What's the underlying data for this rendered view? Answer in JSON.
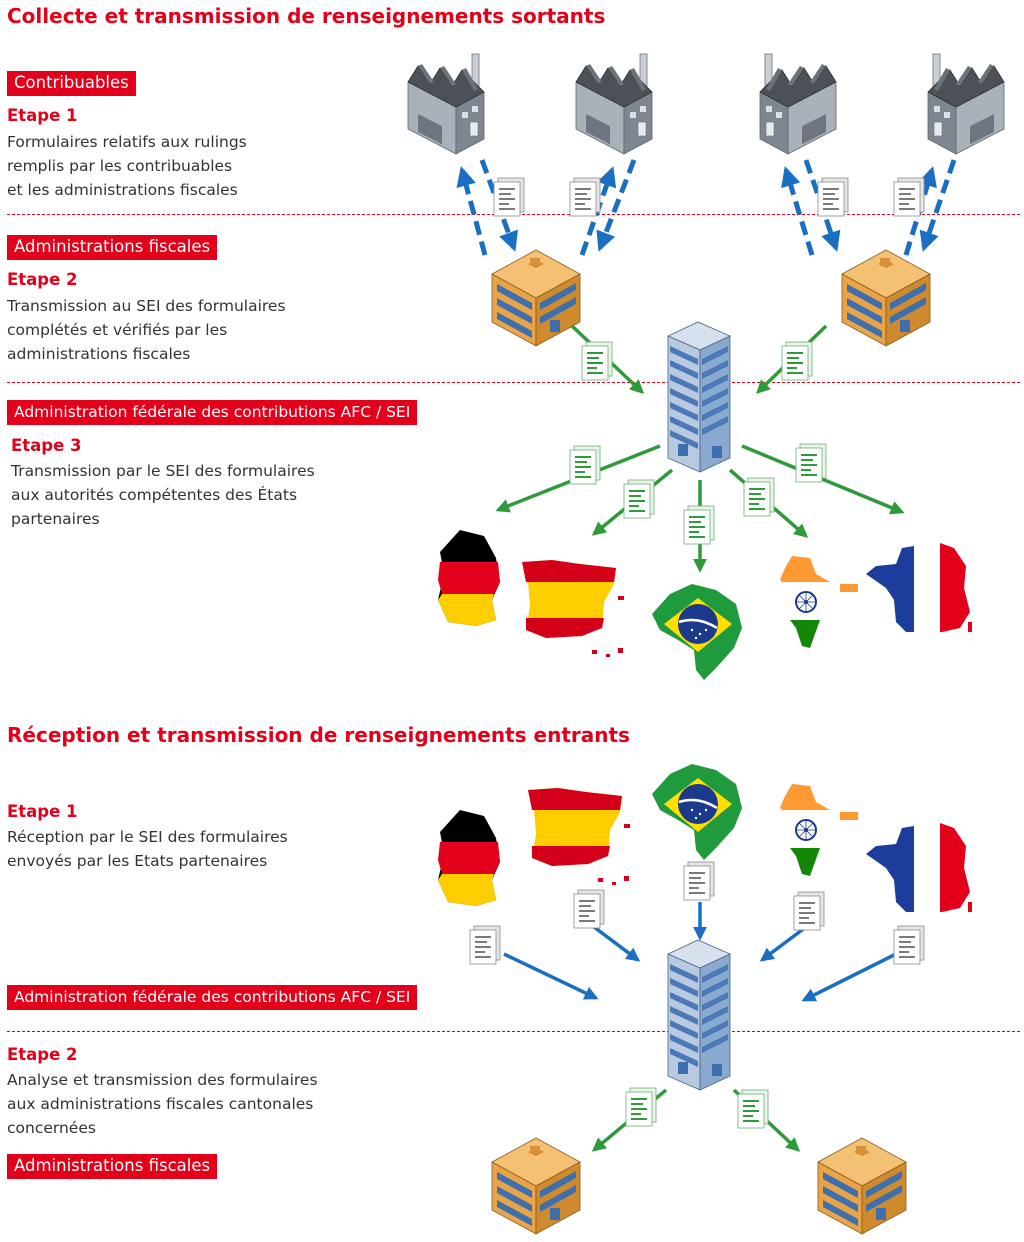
{
  "outgoing": {
    "title": "Collecte et transmission de renseignements sortants",
    "taxpayers_label": "Contribuables",
    "step1": {
      "title": "Etape 1",
      "text": "Formulaires relatifs aux rulings\nremplis par les contribuables\net les administrations fiscales"
    },
    "tax_admin_label": "Administrations fiscales",
    "step2": {
      "title": "Etape 2",
      "text": "Transmission au SEI des formulaires\ncomplétés et vérifiés par les\nadministrations fiscales"
    },
    "federal_label": "Administration fédérale des contributions AFC / SEI",
    "step3": {
      "title": "Etape 3",
      "text": "Transmission par le SEI des formulaires\naux autorités compétentes des États\npartenaires"
    }
  },
  "incoming": {
    "title": "Réception et transmission de renseignements entrants",
    "step1": {
      "title": "Etape 1",
      "text": "Réception par le SEI des formulaires\nenvoyés par les Etats partenaires"
    },
    "federal_label": "Administration fédérale des contributions AFC / SEI",
    "step2": {
      "title": "Etape 2",
      "text": "Analyse et transmission des formulaires\naux administrations fiscales cantonales\nconcernées"
    },
    "tax_admin_label": "Administrations fiscales"
  },
  "colors": {
    "accent_red": "#e2001a",
    "blue_arrow": "#1a6fc2",
    "green_arrow": "#2e9a3a",
    "building_orange": "#e8a447",
    "tower_blue": "#8aa9cf",
    "factory_grey": "#8c96a0"
  },
  "icons": [
    "factory-icon",
    "tax-office-icon",
    "federal-tower-icon",
    "document-icon",
    "flag-map-germany-icon",
    "flag-map-spain-icon",
    "flag-map-brazil-icon",
    "flag-map-india-icon",
    "flag-map-france-icon"
  ]
}
